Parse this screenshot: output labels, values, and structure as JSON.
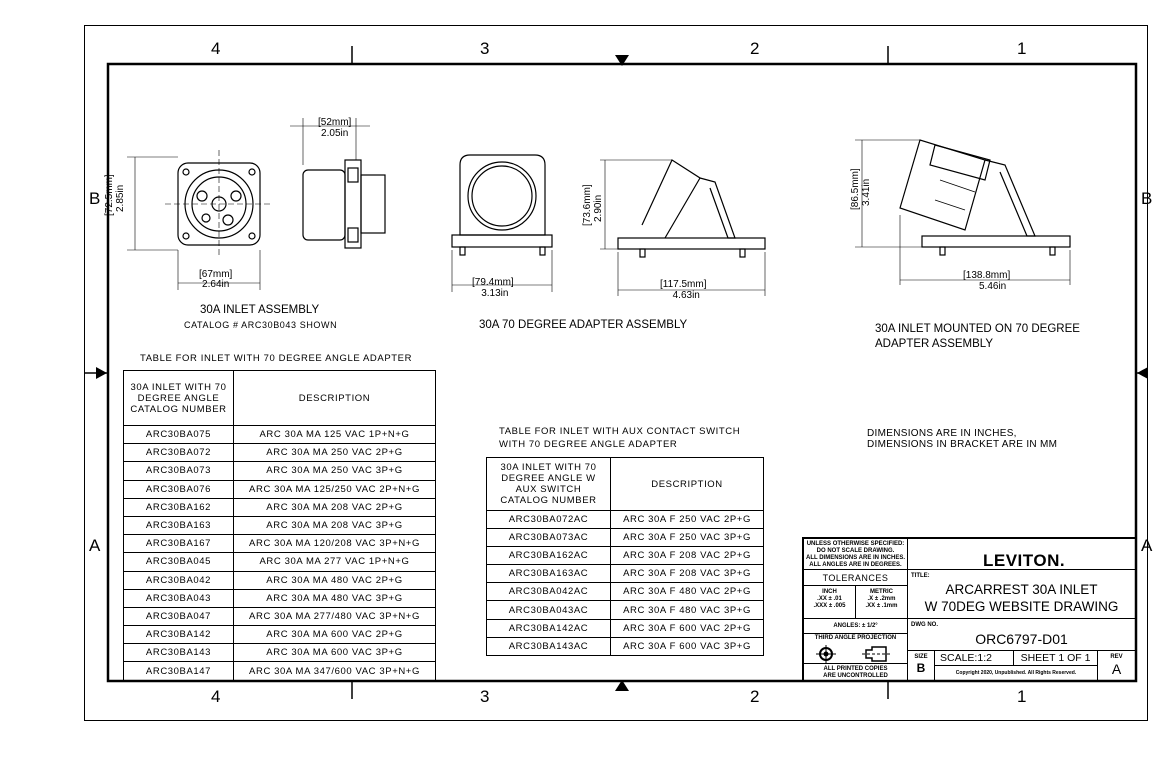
{
  "zones": {
    "columns": [
      "4",
      "3",
      "2",
      "1"
    ],
    "rows": [
      "B",
      "A"
    ]
  },
  "views": {
    "inlet": {
      "title": "30A INLET ASSEMBLY",
      "subtitle": "CATALOG # ARC30B043 SHOWN",
      "height_mm": "[72.5mm]",
      "height_in": "2.85in",
      "width_mm": "[67mm]",
      "width_in": "2.64in",
      "depth_mm": "[52mm]",
      "depth_in": "2.05in"
    },
    "adapter": {
      "title": "30A  70 DEGREE ADAPTER  ASSEMBLY",
      "width_mm": "[79.4mm]",
      "width_in": "3.13in",
      "height_mm": "[73.6mm]",
      "height_in": "2.90in",
      "length_mm": "[117.5mm]",
      "length_in": "4.63in"
    },
    "mounted": {
      "title_line1": "30A INLET MOUNTED ON 70 DEGREE",
      "title_line2": "ADAPTER  ASSEMBLY",
      "height_mm": "[86.5mm]",
      "height_in": "3.41in",
      "length_mm": "[138.8mm]",
      "length_in": "5.46in"
    }
  },
  "notes": {
    "line1": "DIMENSIONS ARE IN INCHES,",
    "line2": "DIMENSIONS IN BRACKET ARE IN MM"
  },
  "table1": {
    "title": "TABLE FOR INLET WITH 70 DEGREE ANGLE ADAPTER",
    "header_catalog": "30A INLET WITH 70 DEGREE ANGLE CATALOG NUMBER",
    "header_description": "DESCRIPTION",
    "rows": [
      [
        "ARC30BA075",
        "ARC 30A MA 125 VAC 1P+N+G"
      ],
      [
        "ARC30BA072",
        "ARC 30A MA 250 VAC 2P+G"
      ],
      [
        "ARC30BA073",
        "ARC 30A MA 250 VAC 3P+G"
      ],
      [
        "ARC30BA076",
        "ARC 30A MA 125/250 VAC 2P+N+G"
      ],
      [
        "ARC30BA162",
        "ARC 30A MA 208 VAC 2P+G"
      ],
      [
        "ARC30BA163",
        "ARC 30A MA 208 VAC 3P+G"
      ],
      [
        "ARC30BA167",
        "ARC 30A MA 120/208 VAC 3P+N+G"
      ],
      [
        "ARC30BA045",
        "ARC 30A MA 277 VAC 1P+N+G"
      ],
      [
        "ARC30BA042",
        "ARC 30A MA 480 VAC 2P+G"
      ],
      [
        "ARC30BA043",
        "ARC 30A MA 480 VAC 3P+G"
      ],
      [
        "ARC30BA047",
        "ARC 30A MA 277/480 VAC 3P+N+G"
      ],
      [
        "ARC30BA142",
        "ARC 30A MA 600 VAC 2P+G"
      ],
      [
        "ARC30BA143",
        "ARC 30A MA 600 VAC 3P+G"
      ],
      [
        "ARC30BA147",
        "ARC 30A MA 347/600 VAC 3P+N+G"
      ]
    ]
  },
  "table2": {
    "title_line1": "TABLE FOR INLET WITH AUX CONTACT SWITCH",
    "title_line2": "WITH  70 DEGREE ANGLE ADAPTER",
    "header_catalog": "30A INLET WITH 70 DEGREE ANGLE W AUX SWITCH CATALOG NUMBER",
    "header_description": "DESCRIPTION",
    "rows": [
      [
        "ARC30BA072AC",
        "ARC 30A F 250 VAC 2P+G"
      ],
      [
        "ARC30BA073AC",
        "ARC 30A F 250 VAC 3P+G"
      ],
      [
        "ARC30BA162AC",
        "ARC 30A F 208 VAC 2P+G"
      ],
      [
        "ARC30BA163AC",
        "ARC 30A F 208 VAC 3P+G"
      ],
      [
        "ARC30BA042AC",
        "ARC 30A F 480 VAC 2P+G"
      ],
      [
        "ARC30BA043AC",
        "ARC 30A F 480 VAC 3P+G"
      ],
      [
        "ARC30BA142AC",
        "ARC 30A F 600 VAC 2P+G"
      ],
      [
        "ARC30BA143AC",
        "ARC 30A F 600 VAC 3P+G"
      ]
    ]
  },
  "title_block": {
    "unless_l1": "UNLESS OTHERWISE SPECIFIED:",
    "unless_l2": "DO NOT SCALE DRAWING.",
    "unless_l3": "ALL DIMENSIONS ARE IN INCHES.",
    "unless_l4": "ALL ANGLES ARE IN DEGREES.",
    "logo": "LEVITON.",
    "tolerances": "TOLERANCES",
    "inch": "INCH",
    "inch_l1": ".XX  ±  .01",
    "inch_l2": ".XXX ± .005",
    "metric": "METRIC",
    "metric_l1": ".X  ± .2mm",
    "metric_l2": ".XX  ± .1mm",
    "angles": "ANGLES: ± 1/2°",
    "projection": "THIRD ANGLE PROJECTION",
    "printed_l1": "ALL PRINTED COPIES",
    "printed_l2": "ARE UNCONTROLLED",
    "title_label": "TITLE:",
    "title_l1": "ARCARREST 30A INLET",
    "title_l2": "W 70DEG WEBSITE DRAWING",
    "dwg_label": "DWG NO.",
    "dwg_no": "ORC6797-D01",
    "size_label": "SIZE",
    "size": "B",
    "scale": "SCALE:1:2",
    "sheet": "SHEET 1 OF 1",
    "rev_label": "REV",
    "rev": "A",
    "copyright": "Copyright 2020, Unpublished. All Rights Reserved."
  }
}
